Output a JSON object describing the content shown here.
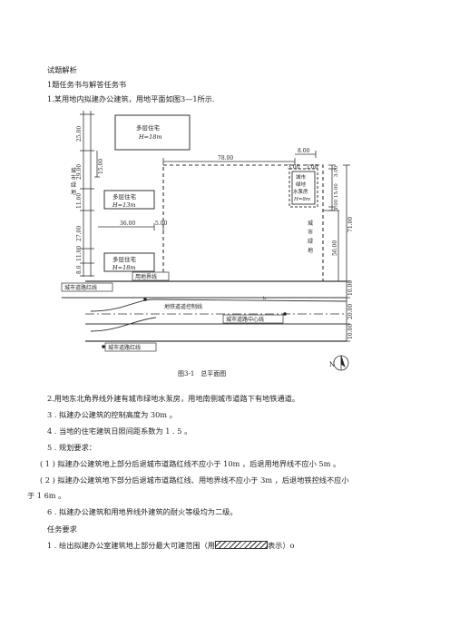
{
  "header": {
    "title": "试题解析",
    "section": "1题任务书与解答任务书",
    "intro": "1.某用地内拟建办公建筑，用地平面如图3—1所示."
  },
  "diagram": {
    "buildings": [
      {
        "name": "多层住宅",
        "height": "H=18m"
      },
      {
        "name": "多层住宅",
        "height": "H=13m"
      },
      {
        "name": "多层住宅",
        "height": "H=18m"
      }
    ],
    "pump": [
      "城市",
      "绿地",
      "水泵房",
      "H=8m"
    ],
    "green_v": [
      "城",
      "市",
      "绿",
      "地"
    ],
    "left_green": [
      "城",
      "市",
      "绿",
      "地"
    ],
    "dims_left": [
      "25.00",
      "29.00",
      "11.00",
      "27.00",
      "11.00",
      "8.0"
    ],
    "dim_15": "15.00",
    "dim_36": "36.00",
    "dim_5": "5.00",
    "dim_78": "78.00",
    "dim_8": "8.00",
    "dim_3a": "3.00",
    "dim_3b": "3.00",
    "dims_right_small": [
      "3.00",
      "15.00",
      "3.00"
    ],
    "dim_50": "50.00",
    "dim_71": "71.00",
    "dims_right_bottom": [
      "10.00",
      "20.00",
      "10.00"
    ],
    "label_property_line": "用地界线",
    "label_red_line_top": "城市道路红线",
    "label_metro": "地铁道道控制线",
    "label_center": "城市道路中心线",
    "label_red_line_bottom": "城市道路红线",
    "north": "N",
    "caption": "图3-1　总平面图"
  },
  "body": {
    "p2": "2.用地东北角界线外建有城市绿地水泵房，用地南侧城市道路下有地铁通道。",
    "p3": "3 . 拟建办公建筑的控制高度为 30m 。",
    "p4": "4 . 当地的住宅建筑日照间距系数为 1 . 5 。",
    "p5": "5 . 规划要求：",
    "p5_1": "( 1 ) 拟建办公建筑地上部分后退城市道路红线不应小于 10m ，后退用地界线不应小 5m 。",
    "p5_2a": "( 2 ) 拟建办公建筑地下部分后退城市道路红线、用地界线不应小于 3m ，后退地铁控线不应小",
    "p5_2b": "于 1 6m 。",
    "p6": "6 . 拟建办公建筑和用地界线外建筑的耐火等级均为二级。",
    "task_title": "任务要求",
    "task1_pre": "1 . 绘出拟建办公室建筑地上部分最大可建范围（用",
    "task1_post": "表示）o"
  }
}
